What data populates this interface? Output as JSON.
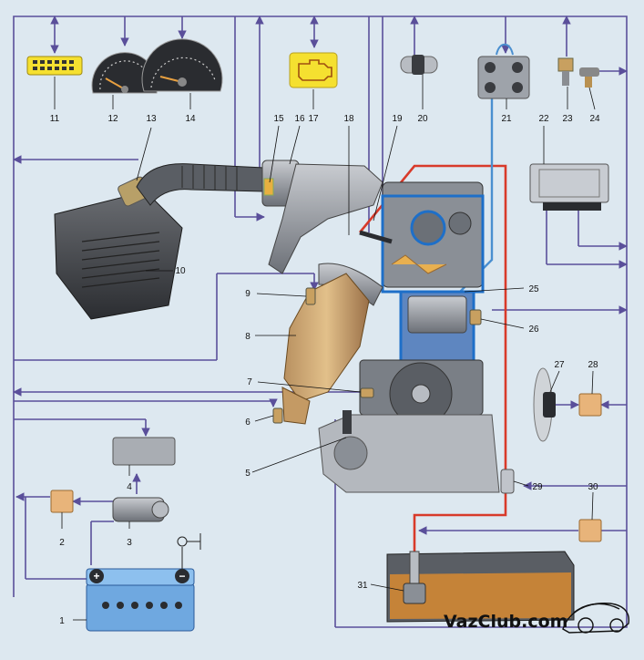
{
  "diagram": {
    "labels": [
      "1",
      "2",
      "3",
      "4",
      "5",
      "6",
      "7",
      "8",
      "9",
      "10",
      "11",
      "12",
      "13",
      "14",
      "15",
      "16",
      "17",
      "18",
      "19",
      "20",
      "21",
      "22",
      "23",
      "24",
      "25",
      "26",
      "27",
      "28",
      "29",
      "30",
      "31"
    ],
    "battery": {
      "plus": "+",
      "minus": "−"
    },
    "watermark": "VazClub.com",
    "colors": {
      "background": "#dde8f0",
      "wiring": "#5a4f9a",
      "fuel_line": "#d83a2a",
      "coil_line": "#4a8fd0",
      "sensor": "#e8b47a",
      "battery": "#6fa8e0",
      "lamp": "#f5e030",
      "label": "#111111"
    }
  }
}
